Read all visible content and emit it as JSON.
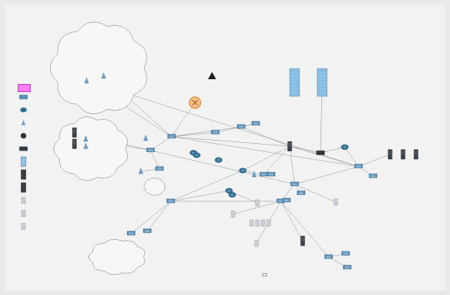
{
  "legend": {
    "title": "",
    "items": [
      {
        "icon": "switch-icon",
        "label": ""
      },
      {
        "icon": "router-icon",
        "label": ""
      },
      {
        "icon": "phone-icon",
        "label": ""
      },
      {
        "icon": "camera-icon",
        "label": ""
      },
      {
        "icon": "hub-icon",
        "label": ""
      },
      {
        "icon": "server-icon",
        "label": ""
      },
      {
        "icon": "server-icon",
        "label": ""
      },
      {
        "icon": "server-icon",
        "label": ""
      },
      {
        "icon": "printer-icon",
        "label": ""
      },
      {
        "icon": "workstation-icon",
        "label": ""
      },
      {
        "icon": "gear-icon",
        "label": ""
      }
    ]
  },
  "clouds": [
    {
      "id": "internet-cloud",
      "label": ""
    },
    {
      "id": "wan-cloud",
      "label": ""
    },
    {
      "id": "small-cloud",
      "label": ""
    },
    {
      "id": "bottom-cloud",
      "label": ""
    }
  ],
  "nodes": [
    {
      "id": "n_firewall",
      "icon": "firewall-icon",
      "label": ""
    },
    {
      "id": "n_antenna",
      "icon": "antenna-icon",
      "label": ""
    }
  ],
  "notes": [
    {
      "id": "note_bottom",
      "text": ""
    }
  ],
  "colors": {
    "switch": "#5a8fb8",
    "router": "#2e6c93",
    "server": "#8fc4e8",
    "firewall": "#e88a2a",
    "legend_title_bg": "#ff7ff0",
    "link": "#8a8a8a"
  }
}
